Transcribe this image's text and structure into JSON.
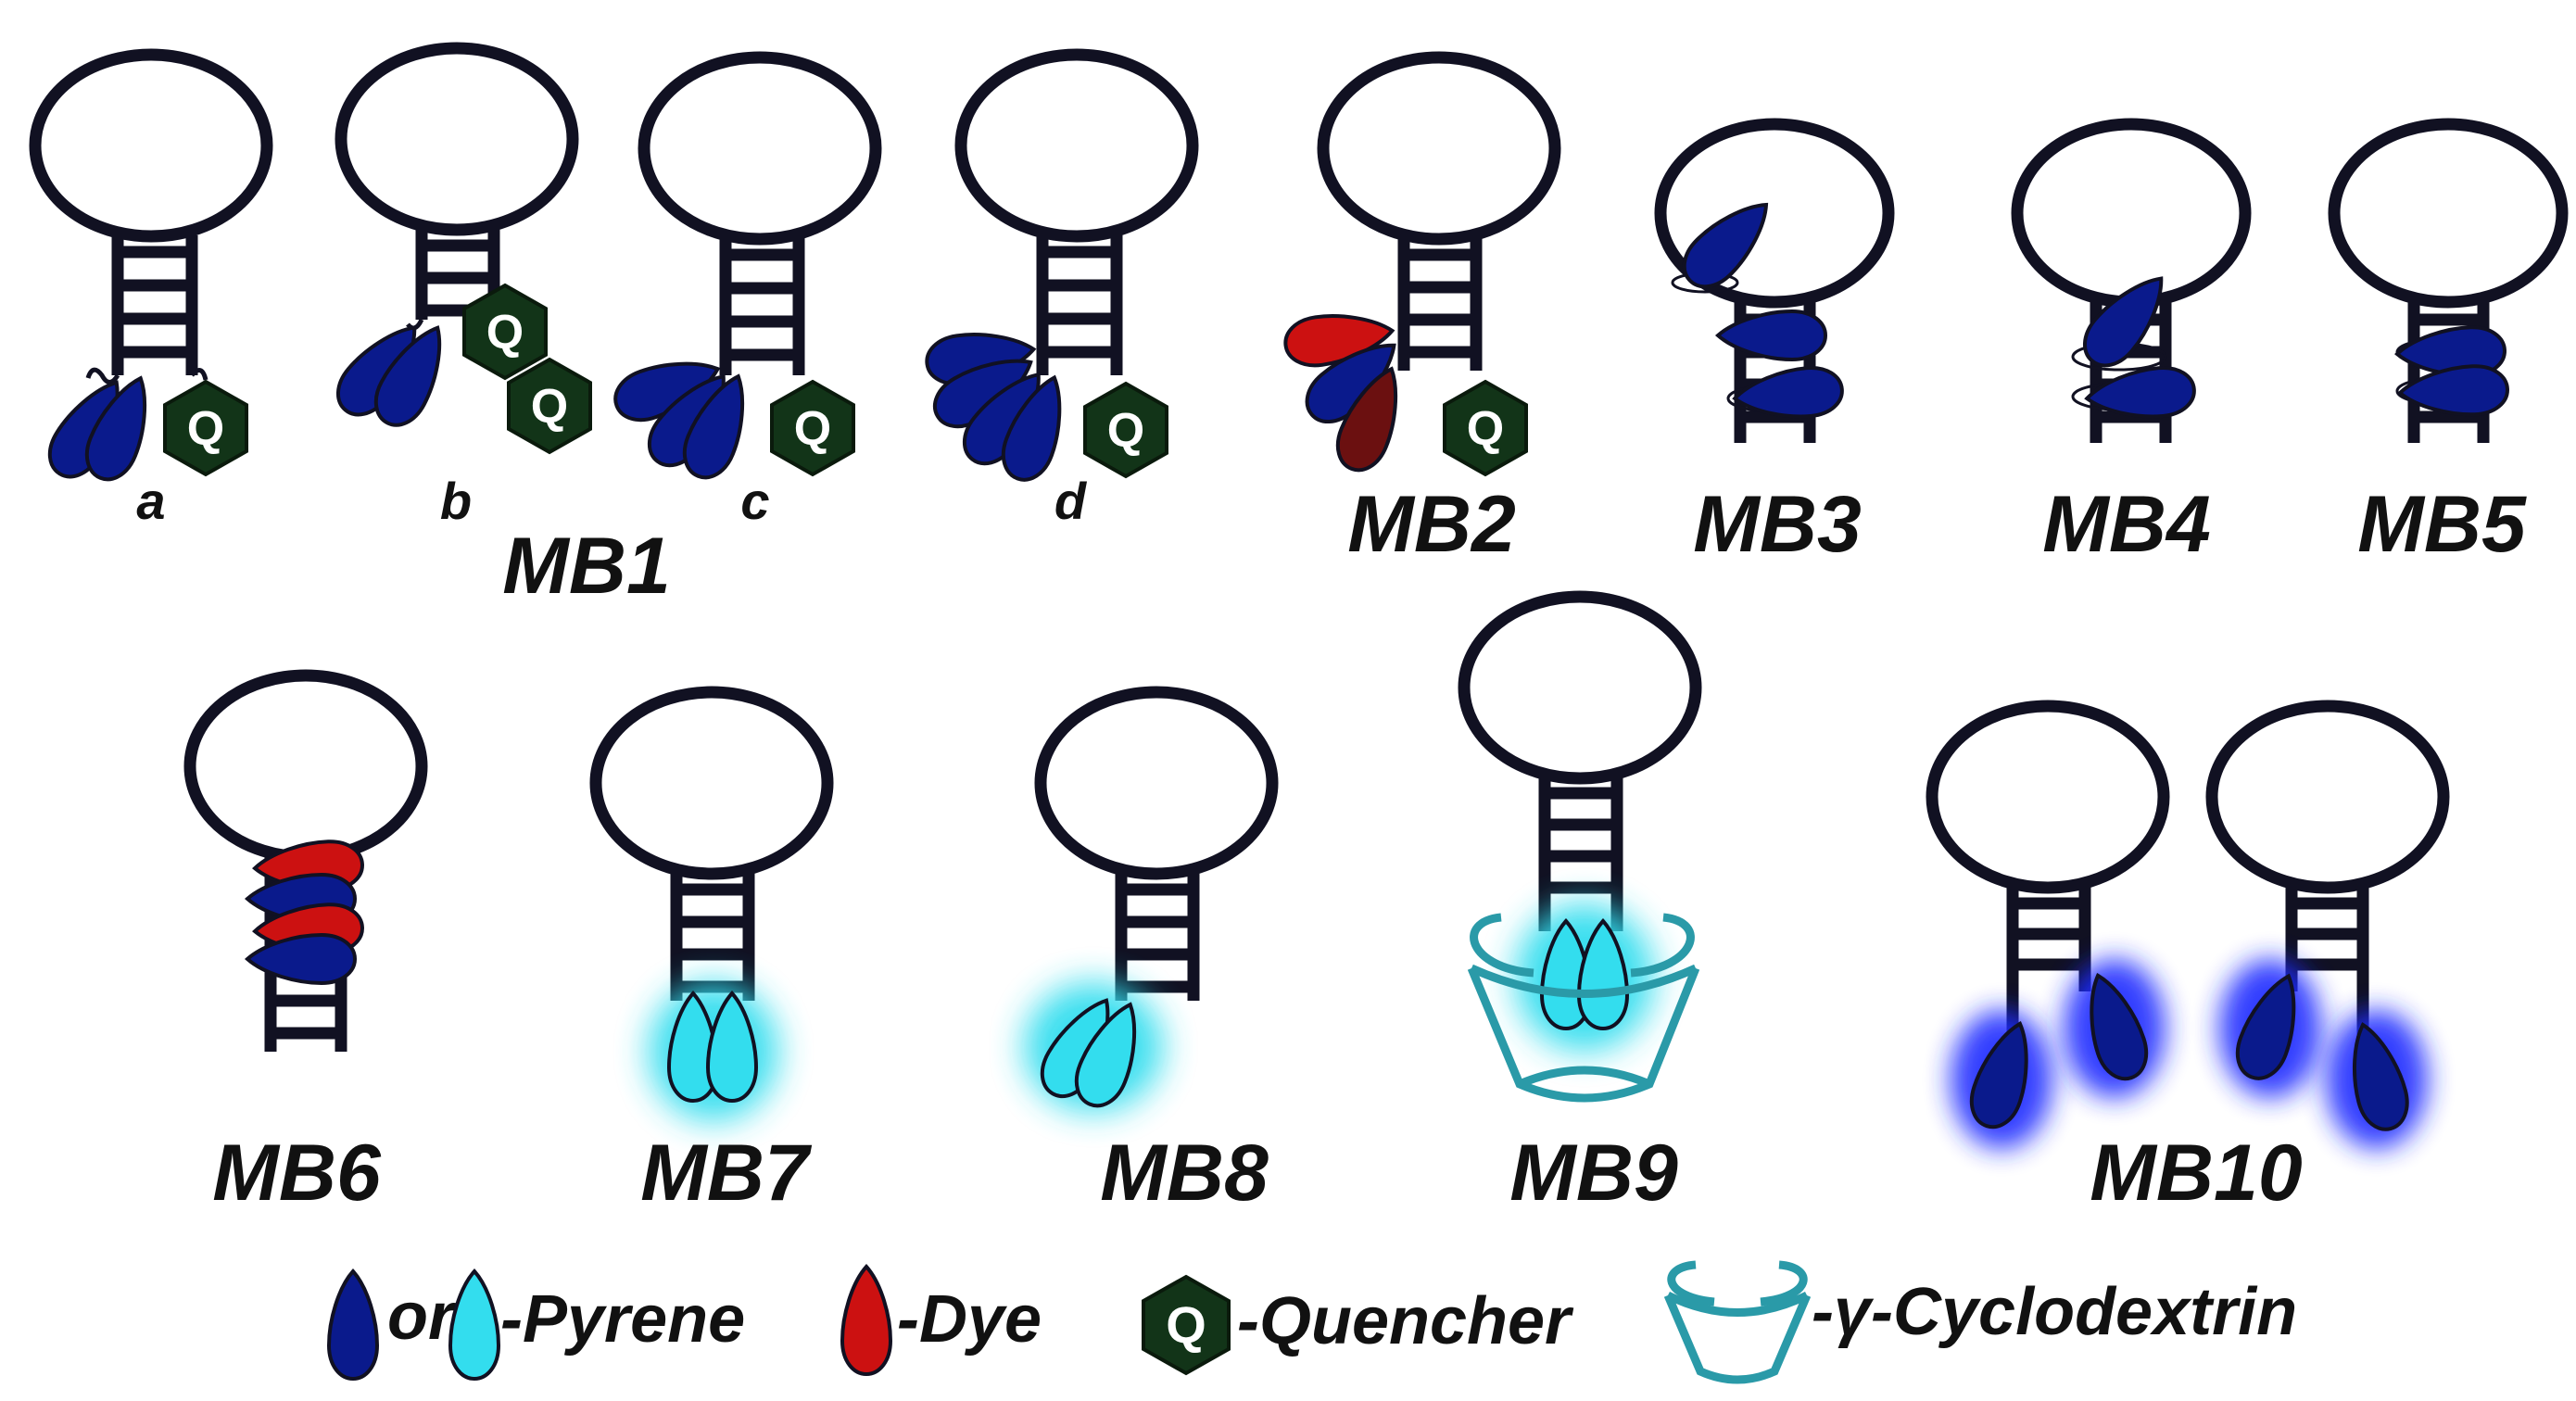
{
  "colors": {
    "outline": "#111122",
    "pyrene": "#0a1a8c",
    "pyrene_excimer": "#33ddee",
    "dye": "#cc1111",
    "dye_dark": "#6b1010",
    "quencher": "#123418",
    "cyclodextrin": "#2a9aa8",
    "blue_glow": "#1a2aff"
  },
  "labels": {
    "a": "a",
    "b": "b",
    "c": "c",
    "d": "d",
    "mb1": "MB1",
    "mb2": "MB2",
    "mb3": "MB3",
    "mb4": "MB4",
    "mb5": "MB5",
    "mb6": "MB6",
    "mb7": "MB7",
    "mb8": "MB8",
    "mb9": "MB9",
    "mb10": "MB10",
    "quencher_letter": "Q"
  },
  "legend": {
    "or": "or",
    "pyrene": "-Pyrene",
    "dye": "-Dye",
    "quencher": "-Quencher",
    "cyclodextrin": "-γ-Cyclodextrin",
    "icons": [
      "pyrene-icon",
      "excimer-pyrene-icon",
      "dye-icon",
      "quencher-icon",
      "cyclodextrin-icon"
    ]
  }
}
